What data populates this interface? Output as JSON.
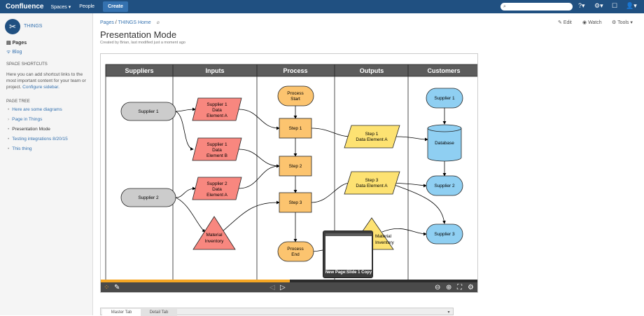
{
  "topbar": {
    "logo": "Confluence",
    "spaces": "Spaces ▾",
    "people": "People",
    "create": "Create",
    "search_placeholder": "",
    "help": "?▾",
    "settings": "⚙▾",
    "notifications": "☐",
    "user": "👤▾"
  },
  "sidebar": {
    "space_name": "THINGS",
    "pages": "Pages",
    "blog": "Blog",
    "shortcuts_heading": "SPACE SHORTCUTS",
    "shortcuts_text": "Here you can add shortcut links to the most important content for your team or project.",
    "configure": "Configure sidebar.",
    "tree_heading": "PAGE TREE",
    "tree": [
      {
        "label": "Here are some diagrams",
        "bullet": "•"
      },
      {
        "label": "Page in Things",
        "bullet": "›"
      },
      {
        "label": "Presentation Mode",
        "bullet": "•",
        "current": true
      },
      {
        "label": "Testing integrations 8/20/15",
        "bullet": "•"
      },
      {
        "label": "This thing",
        "bullet": "•"
      }
    ]
  },
  "page": {
    "breadcrumb": [
      "Pages",
      "THINGS Home"
    ],
    "title": "Presentation Mode",
    "meta": "Created by Brian, last modified just a moment ago",
    "edit": "Edit",
    "watch": "Watch",
    "tools": "Tools ▾"
  },
  "diagram": {
    "lanes": [
      "Suppliers",
      "Inputs",
      "Process",
      "Outputs",
      "Customers"
    ],
    "supplier1": "Supplier 1",
    "supplier2": "Supplier 2",
    "in1": [
      "Supplier 1",
      "Data",
      "Element A"
    ],
    "in2": [
      "Supplier 1",
      "Data",
      "Element B"
    ],
    "in3": [
      "Supplier 2",
      "Data",
      "Element A"
    ],
    "inv": [
      "Material",
      "Inventory"
    ],
    "pstart": [
      "Process",
      "Start"
    ],
    "step1": "Step 1",
    "step2": "Step 2",
    "step3": "Step 3",
    "pend": [
      "Process",
      "End"
    ],
    "out1": [
      "Step 1",
      "Data Element A"
    ],
    "out2": [
      "Step 3",
      "Data Element A"
    ],
    "out3": [
      "Material",
      "Inventory"
    ],
    "c1": "Supplier 1",
    "db": "Database",
    "c2": "Supplier 2",
    "c3": "Supplier 3",
    "colors": {
      "supplier": "#cccccc",
      "input": "#f8877f",
      "process": "#fcc46f",
      "output": "#fde272",
      "customer": "#8fcff2",
      "header": "#5c5c5c"
    }
  },
  "viewer": {
    "progress": 0.5,
    "popup_caption": "New Page:Slide 1 Copy"
  },
  "tabs": {
    "master": "Master Tab",
    "detail": "Detail Tab"
  }
}
